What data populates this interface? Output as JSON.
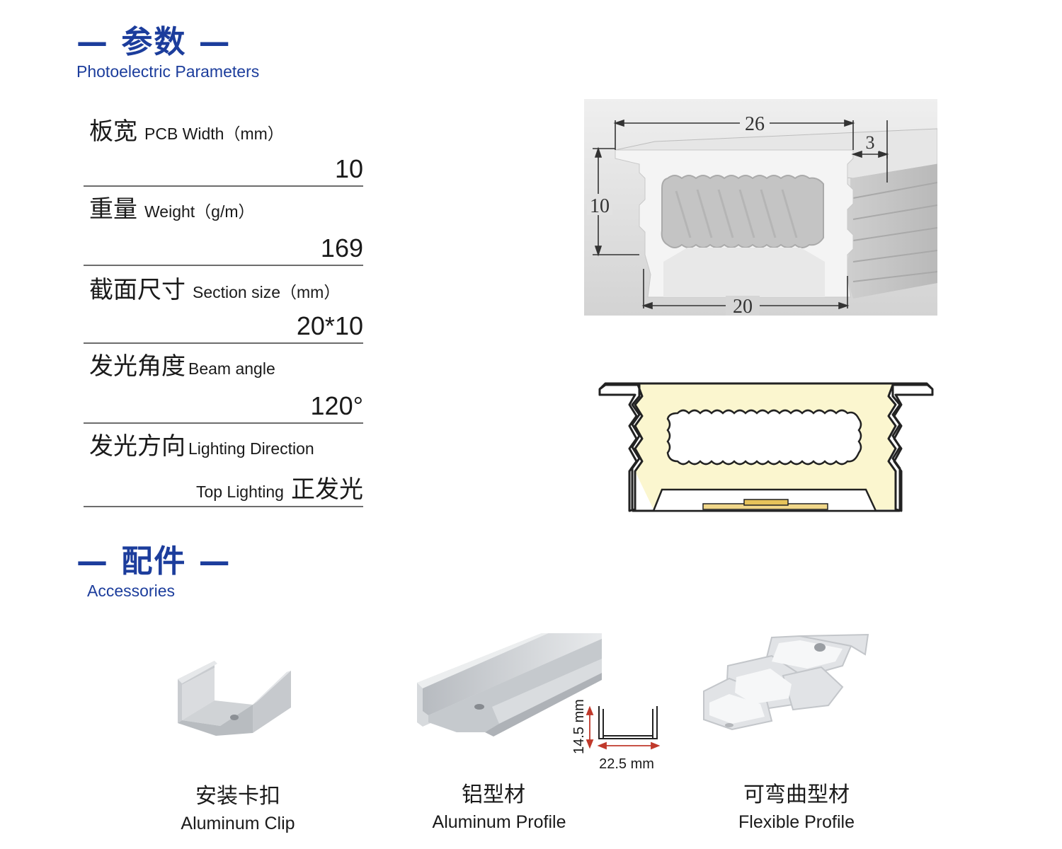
{
  "sections": {
    "parameters": {
      "title": "— 参数 —",
      "subtitle": "Photoelectric Parameters"
    },
    "accessories": {
      "title": "— 配件 —",
      "subtitle": "Accessories"
    }
  },
  "params": [
    {
      "cn": "板宽",
      "en": "PCB Width（mm）",
      "value": "10"
    },
    {
      "cn": "重量",
      "en": "Weight（g/m）",
      "value": "169"
    },
    {
      "cn": "截面尺寸",
      "en": "Section size（mm）",
      "value": "20*10"
    },
    {
      "cn": "发光角度",
      "en": "Beam angle",
      "value": "120°"
    },
    {
      "cn": "发光方向",
      "en": "Lighting Direction",
      "value_en": "Top Lighting",
      "value_cn": "正发光"
    }
  ],
  "dimensions": {
    "top_width": "26",
    "flange": "3",
    "height": "10",
    "bottom_width": "20"
  },
  "accessories": [
    {
      "cn": "安装卡扣",
      "en": "Aluminum Clip"
    },
    {
      "cn": "铝型材",
      "en": "Aluminum Profile",
      "dim_height": "14.5 mm",
      "dim_width": "22.5 mm"
    },
    {
      "cn": "可弯曲型材",
      "en": "Flexible Profile"
    }
  ],
  "colors": {
    "brand_blue": "#1c3d9c",
    "dimension_red": "#c0392b",
    "glow": "#fbf6cf"
  }
}
